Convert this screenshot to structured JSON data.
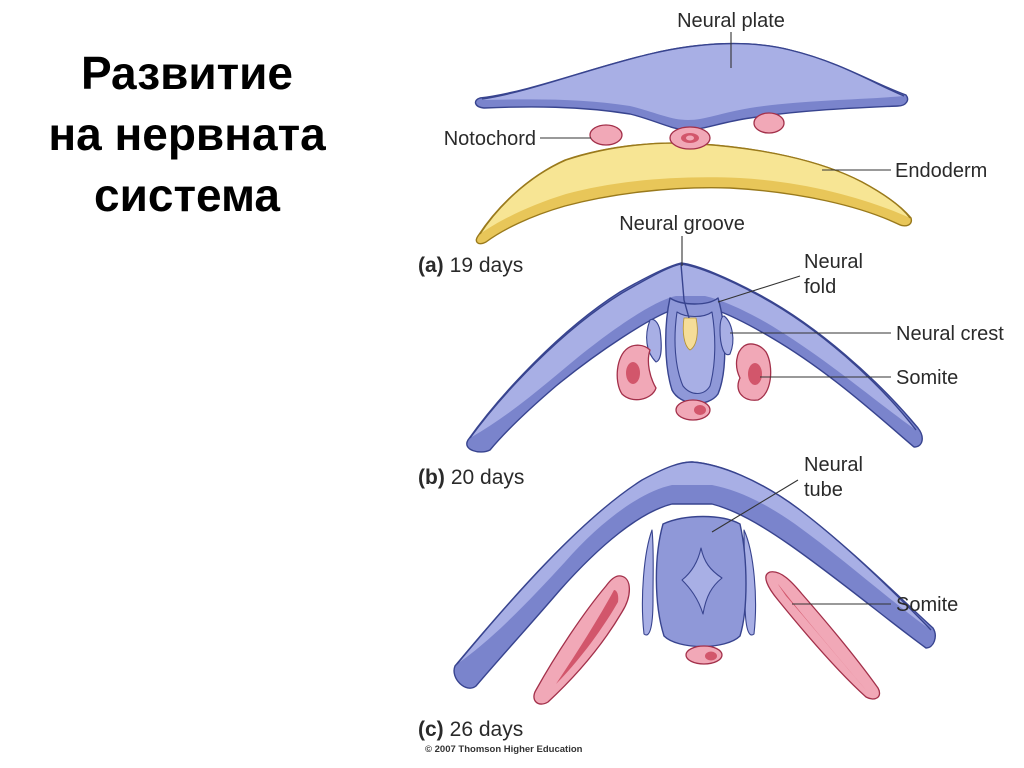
{
  "slide": {
    "title_lines": [
      "Развитие",
      "на нервната",
      "система"
    ]
  },
  "diagram": {
    "labels": {
      "neural_plate": "Neural plate",
      "notochord": "Notochord",
      "endoderm": "Endoderm",
      "neural_groove": "Neural groove",
      "neural_fold": [
        "Neural",
        "fold"
      ],
      "neural_crest": "Neural crest",
      "somite_b": "Somite",
      "neural_tube": [
        "Neural",
        "tube"
      ],
      "somite_c": "Somite"
    },
    "stages": [
      {
        "letter": "(a)",
        "age": "19 days"
      },
      {
        "letter": "(b)",
        "age": "20 days"
      },
      {
        "letter": "(c)",
        "age": "26 days"
      }
    ],
    "copyright": "© 2007 Thomson Higher Education"
  },
  "colors": {
    "background": "#ffffff",
    "neural_tissue": "#8f98d8",
    "neural_tissue_light": "#a8afe5",
    "neural_tissue_dark": "#7a84cc",
    "neural_outline": "#38448f",
    "endoderm": "#f7e594",
    "endoderm_dark": "#e8c659",
    "endoderm_outline": "#9a7a1c",
    "somite": "#f1a8b7",
    "somite_inner": "#d2566b",
    "somite_outline": "#a3304a"
  }
}
